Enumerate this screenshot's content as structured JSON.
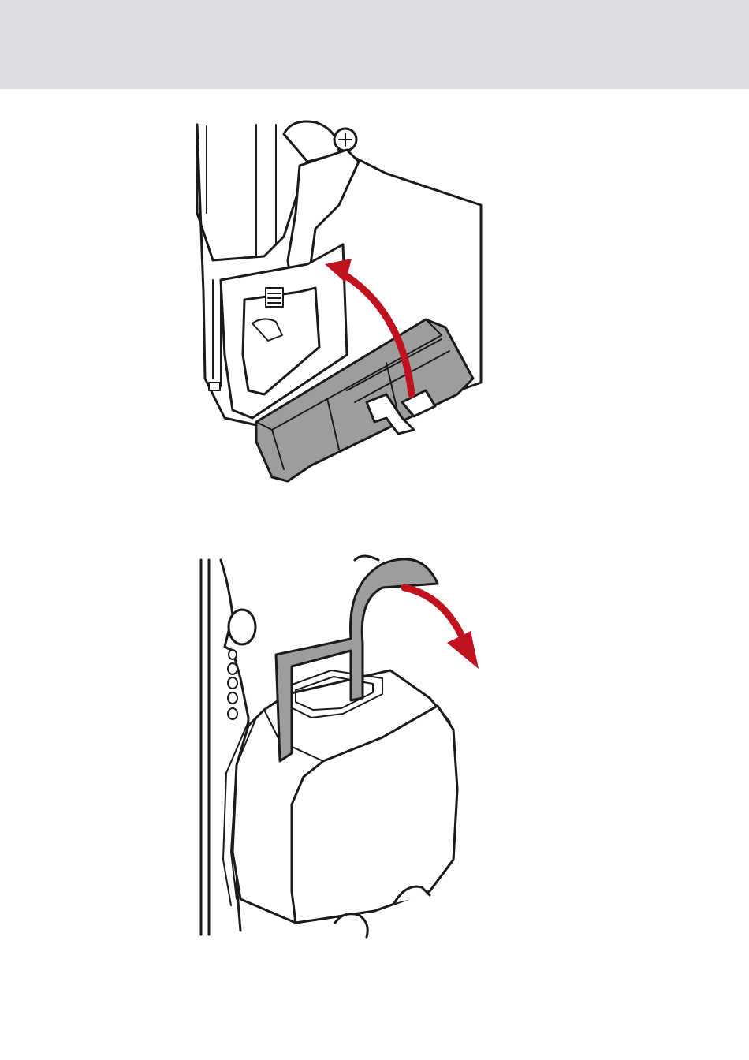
{
  "colors": {
    "header_band": "#dcdde1",
    "arrow_red": "#c1121f",
    "component_gray": "#9d9d9d",
    "line_black": "#1a1a1a",
    "fill_white": "#ffffff"
  },
  "illustrations": [
    {
      "name": "step-insert-module",
      "arrow": "curved-arrow-up-left"
    },
    {
      "name": "step-fold-strap",
      "arrow": "curved-arrow-down-right"
    }
  ]
}
